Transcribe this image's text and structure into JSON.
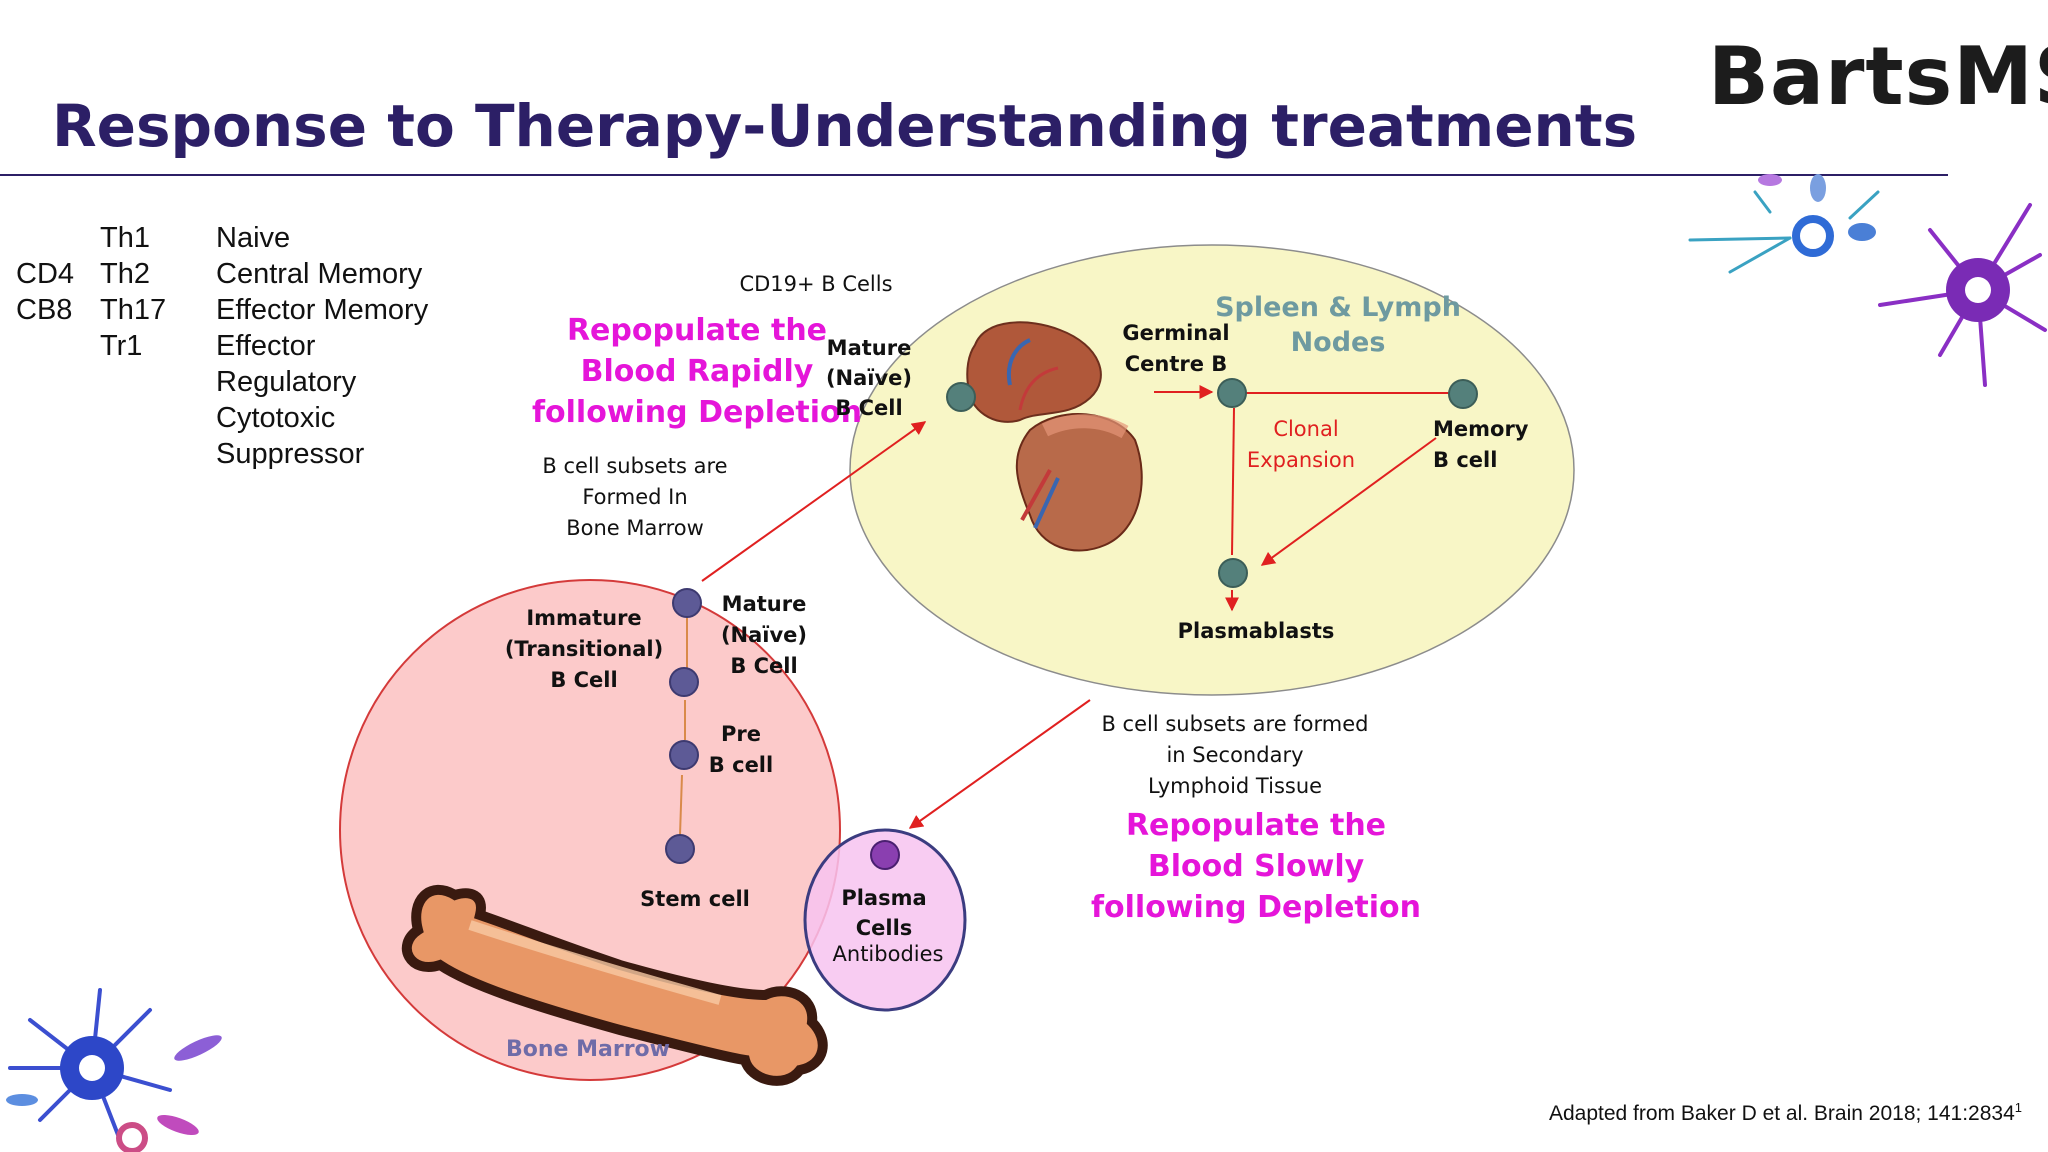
{
  "title": "Response to Therapy-Understanding treatments",
  "logo": "BartsMS",
  "t_cells": {
    "markers": [
      "CD4",
      "CB8"
    ],
    "helpers": [
      "Th1",
      "Th2",
      "Th17",
      "Tr1"
    ],
    "subsets": [
      "Naive",
      "Central Memory",
      "Effector Memory",
      "Effector",
      "Regulatory",
      "Cytotoxic",
      "Suppressor"
    ]
  },
  "header_label": "CD19+ B  Cells",
  "rapid": [
    "Repopulate the",
    "Blood Rapidly",
    "following Depletion"
  ],
  "marrow_formed": [
    "B cell subsets are",
    "Formed In",
    "Bone Marrow"
  ],
  "spleen": {
    "title": [
      "Spleen & Lymph",
      "Nodes"
    ],
    "mature": [
      "Mature",
      "(Naïve)",
      "B Cell"
    ],
    "germinal": [
      "Germinal",
      "Centre B"
    ],
    "clonal": [
      "Clonal",
      "Expansion"
    ],
    "memory": [
      "Memory",
      "B cell"
    ],
    "plasmablasts": "Plasmablasts"
  },
  "marrow": {
    "immature": [
      "Immature",
      "(Transitional)",
      "B Cell"
    ],
    "mature": [
      "Mature",
      "(Naïve)",
      "B Cell"
    ],
    "pre": [
      "Pre",
      "B cell"
    ],
    "stem": "Stem cell",
    "label": "Bone Marrow"
  },
  "plasma": [
    "Plasma",
    "Cells",
    "Antibodies"
  ],
  "secondary_formed": [
    "B cell subsets are formed",
    "in  Secondary",
    "Lymphoid Tissue"
  ],
  "slow": [
    "Repopulate the",
    "Blood Slowly",
    "following Depletion"
  ],
  "citation": "Adapted from Baker D et al. Brain 2018; 141:2834",
  "citation_ref": "1",
  "colors": {
    "title": "#2c1f66",
    "magenta": "#e515d9",
    "arrow": "#e02020",
    "spleen_fill": "#f8f6c6",
    "marrow_fill": "#fccaca",
    "plasma_fill": "#f7c3f0",
    "cell_teal": "#54807b",
    "cell_purple": "#5d5a96",
    "spleen_title": "#6e9aa0",
    "marrow_label": "#6f6ca8"
  }
}
